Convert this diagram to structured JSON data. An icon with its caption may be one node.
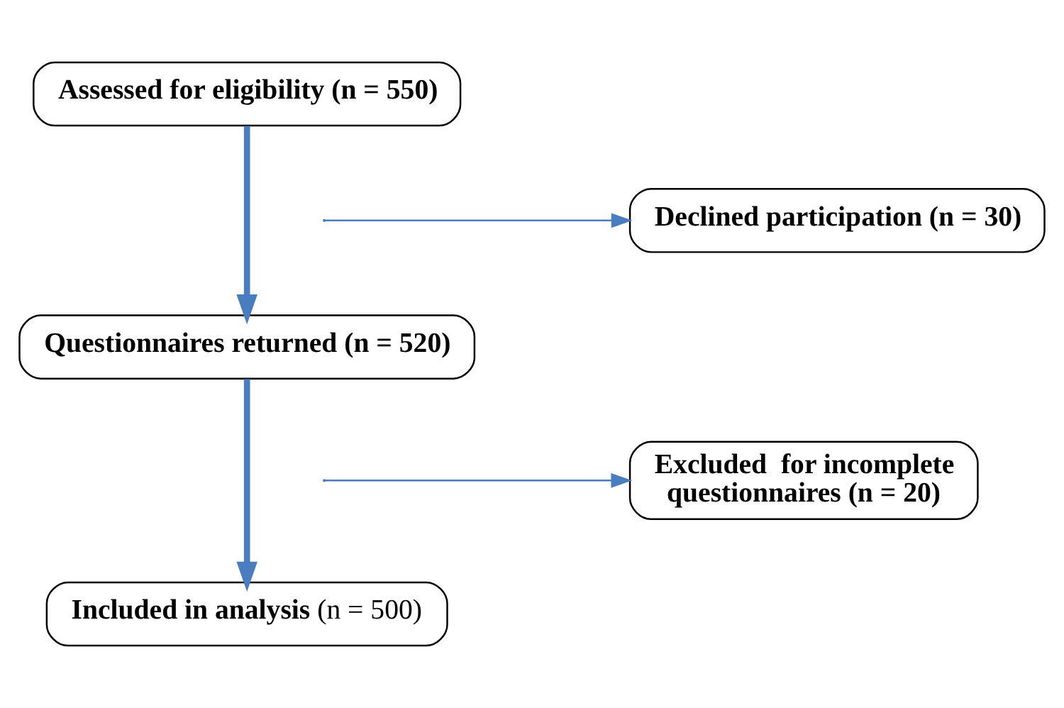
{
  "diagram": {
    "nodes": [
      {
        "text": [
          "Assessed for eligibility (n = 550)"
        ]
      },
      {
        "text": [
          "Declined participation (n = 30)"
        ]
      },
      {
        "text": [
          "Questionnaires returned (n = 520)"
        ]
      },
      {
        "text": [
          "Excluded  for incomplete questionnaires (n = 20)"
        ]
      },
      {
        "text": [
          "**Included in analysis** (n = 500)"
        ]
      }
    ],
    "edges": [
      {
        "from": 0,
        "to": 2,
        "arrow": "to",
        "style": "thick"
      },
      {
        "from": null,
        "to": 1,
        "arrow": "to"
      },
      {
        "from": 2,
        "to": 4,
        "arrow": "to",
        "style": "thick"
      },
      {
        "from": null,
        "to": 3,
        "arrow": "to"
      }
    ]
  }
}
